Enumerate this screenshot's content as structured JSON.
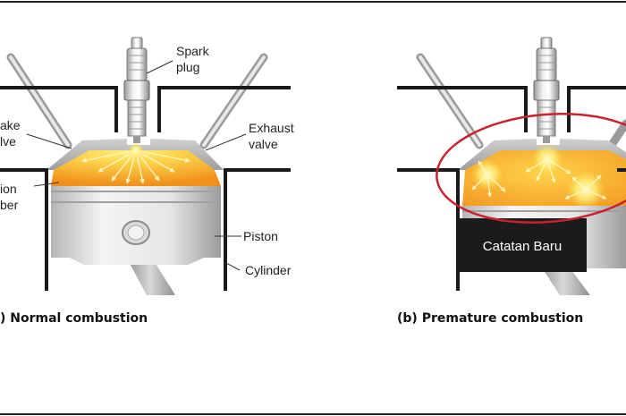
{
  "labels": {
    "spark_plug_line1": "Spark",
    "spark_plug_line2": "plug",
    "intake_line1": "ake",
    "intake_line2": "lve",
    "exhaust_line1": "Exhaust",
    "exhaust_line2": "valve",
    "chamber_line1": "ion",
    "chamber_line2": "ber",
    "piston": "Piston",
    "cylinder": "Cylinder"
  },
  "captions": {
    "left": ") Normal combustion",
    "right": "(b) Premature combustion"
  },
  "note_box": {
    "text": "Catatan Baru"
  },
  "colors": {
    "flame_core": "#ffe25a",
    "flame_outer": "#f39a1f",
    "highlight_ring": "#c8232c",
    "steel_light": "#eeeeee",
    "steel_dark": "#8a8a8a",
    "wall": "#1a1a1a"
  }
}
